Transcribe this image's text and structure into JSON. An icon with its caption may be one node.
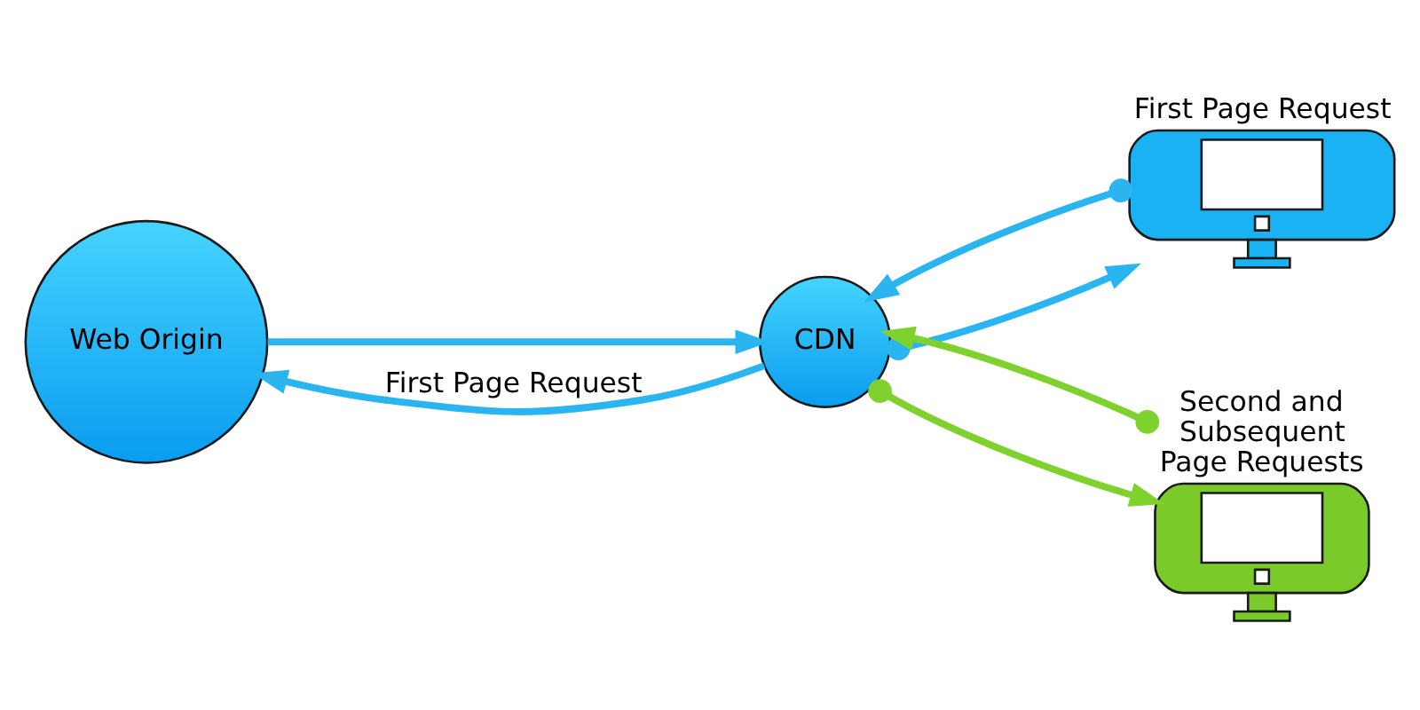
{
  "diagram": {
    "nodes": [
      {
        "text": [
          "Web Origin"
        ]
      },
      {
        "text": [
          "CDN"
        ]
      },
      {
        "text": [],
        "shape": "monitor",
        "beside": [
          "First Page Request"
        ]
      },
      {
        "text": [],
        "shape": "monitor",
        "beside": [
          "Second and Subsequent Page Requests"
        ]
      }
    ],
    "edges": [
      {
        "from": 1,
        "to": 0,
        "arrow": "to",
        "label": "First Page Request"
      },
      {
        "from": 0,
        "to": 1,
        "arrow": "to"
      },
      {
        "from": 1,
        "to": 2,
        "arrow": "to"
      },
      {
        "from": 2,
        "to": 1,
        "arrow": "to"
      },
      {
        "from": 1,
        "to": 3,
        "arrow": "to",
        "color": "#7fd12e"
      },
      {
        "from": 3,
        "to": 1,
        "arrow": "to",
        "color": "#7fd12e"
      }
    ]
  }
}
